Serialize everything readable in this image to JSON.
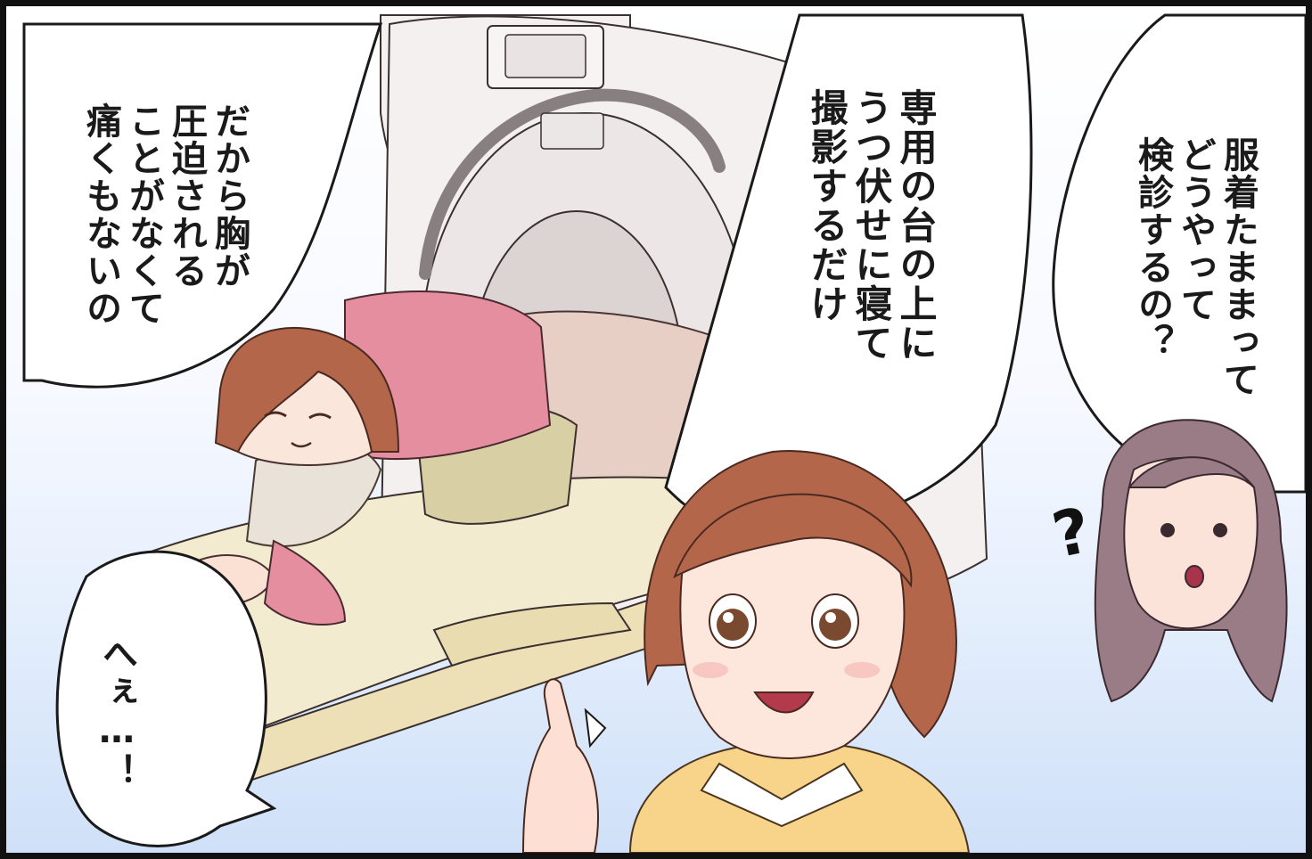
{
  "bubbles": {
    "left": [
      "だから胸が",
      "圧迫される",
      "ことがなくて",
      "痛くもないの"
    ],
    "middle": [
      "専用の台の上に",
      "うつ伏せに寝て",
      "撮影するだけ"
    ],
    "right": [
      "服着たままって",
      "どうやって",
      "検診するの？"
    ],
    "bottom": [
      "へぇ…！"
    ]
  },
  "marks": {
    "question": "?"
  },
  "colors": {
    "border": "#111111",
    "bg_bottom": "#cfe0f8",
    "hair_main": "#b4664a",
    "hair_friend": "#9a7c86",
    "sweater": "#f7d48a",
    "pink_top": "#e58ea0",
    "machine": "#f2eeee",
    "bed": "#f2ead0"
  }
}
